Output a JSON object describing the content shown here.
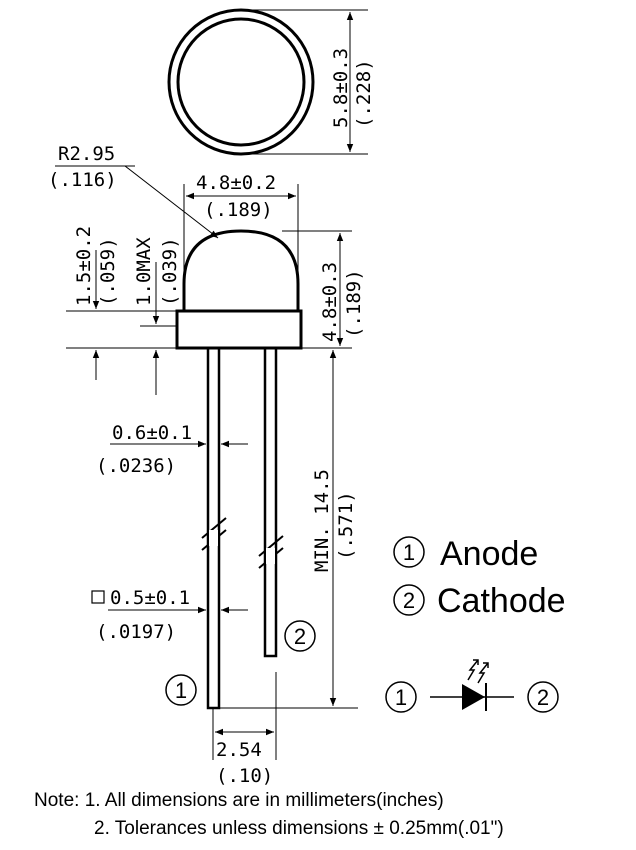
{
  "dimensions": {
    "lens_diameter": "5.8±0.3",
    "lens_diameter_in": "(.228)",
    "dome_radius": "R2.95",
    "dome_radius_in": "(.116)",
    "body_width": "4.8±0.2",
    "body_width_in": "(.189)",
    "body_height": "4.8±0.3",
    "body_height_in": "(.189)",
    "flange_height": "1.5±0.2",
    "flange_height_in": "(.059)",
    "flange_gap": "1.0MAX",
    "flange_gap_in": "(.039)",
    "lead_thickness": "0.6±0.1",
    "lead_thickness_in": "(.0236)",
    "lead_square": "0.5±0.1",
    "lead_square_in": "(.0197)",
    "lead_length": "MIN. 14.5",
    "lead_length_in": "(.571)",
    "lead_spacing": "2.54",
    "lead_spacing_in": "(.10)"
  },
  "pins": {
    "pin1_number": "1",
    "pin1_label": "Anode",
    "pin2_number": "2",
    "pin2_label": "Cathode"
  },
  "notes": {
    "line1": "Note: 1. All dimensions are in millimeters(inches)",
    "line2": "2. Tolerances unless dimensions ± 0.25mm(.01\")"
  }
}
